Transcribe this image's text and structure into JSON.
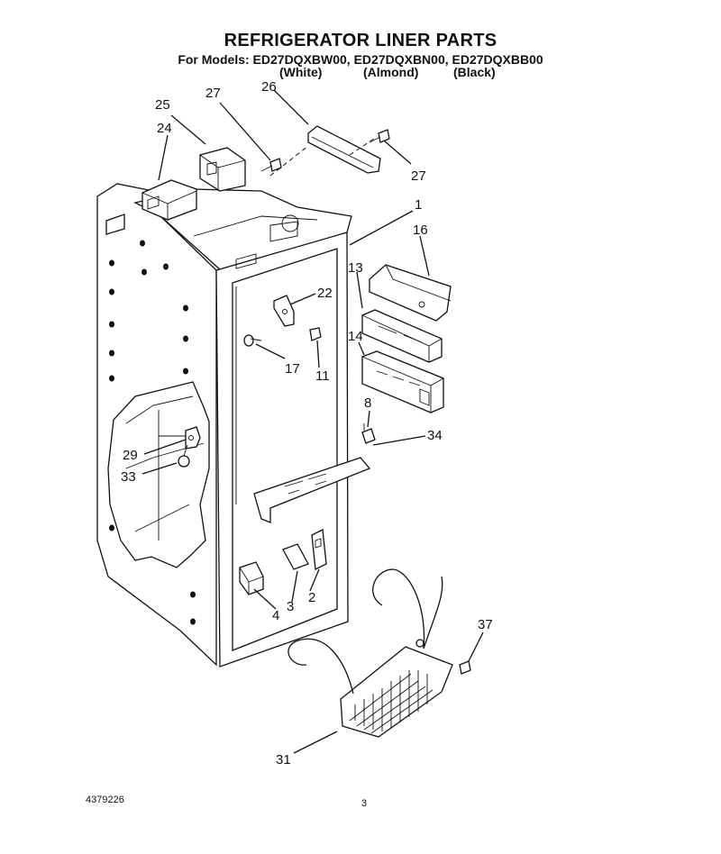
{
  "header": {
    "title": "REFRIGERATOR LINER PARTS",
    "models_line": "For Models: ED27DQXBW00, ED27DQXBN00, ED27DQXBB00",
    "colors": [
      "(White)",
      "(Almond)",
      "(Black)"
    ]
  },
  "callouts": {
    "c25": "25",
    "c24": "24",
    "c27a": "27",
    "c26": "26",
    "c27b": "27",
    "c1": "1",
    "c16": "16",
    "c13": "13",
    "c22": "22",
    "c14": "14",
    "c17": "17",
    "c11": "11",
    "c8": "8",
    "c34": "34",
    "c29": "29",
    "c33": "33",
    "c2": "2",
    "c3": "3",
    "c4": "4",
    "c37": "37",
    "c31": "31"
  },
  "footer": {
    "part_number": "4379226",
    "page_number": "3"
  }
}
